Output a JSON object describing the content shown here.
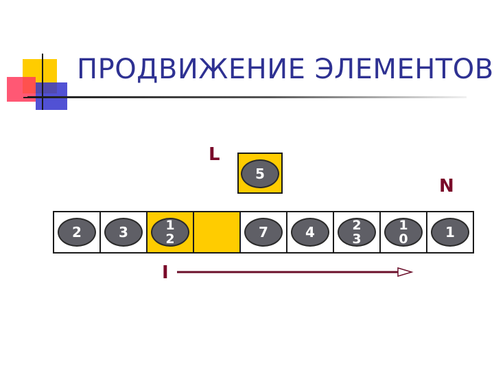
{
  "title": "ПРОДВИЖЕНИЕ ЭЛЕМЕНТОВ",
  "labels": {
    "L": "L",
    "N": "N",
    "I": "I"
  },
  "lifted_element": "5",
  "array": [
    {
      "value": "2",
      "highlighted": false
    },
    {
      "value": "3",
      "highlighted": false
    },
    {
      "value": "12",
      "highlighted": true
    },
    {
      "value": "",
      "highlighted": true
    },
    {
      "value": "7",
      "highlighted": false
    },
    {
      "value": "4",
      "highlighted": false
    },
    {
      "value": "23",
      "highlighted": false
    },
    {
      "value": "10",
      "highlighted": false
    },
    {
      "value": "1",
      "highlighted": false
    }
  ],
  "colors": {
    "title": "#2e3192",
    "highlight": "#ffcc00",
    "label": "#7a0a2a",
    "ball": "#5f5f66",
    "arrow": "#6b0f2a"
  }
}
